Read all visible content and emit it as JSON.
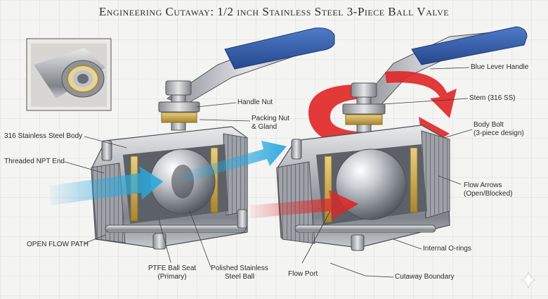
{
  "title": "Engineering Cutaway: 1/2 inch Stainless Steel 3-Piece Ball Valve",
  "labels": {
    "handle_nut": "Handle Nut",
    "packing_nut_line1": "Packing Nut",
    "packing_nut_line2": "& Gland",
    "body": "316 Stainless Steel Body",
    "threaded": "Threaded NPT End",
    "open_flow": "OPEN FLOW PATH",
    "ptfe_line1": "PTFE Ball Seat",
    "ptfe_line2": "(Primary)",
    "ball_line1": "Polished Stainless",
    "ball_line2": "Steel Ball",
    "blue_lever": "Blue Lever Handle",
    "stem": "Stem (316 SS)",
    "body_bolt_line1": "Body Bolt",
    "body_bolt_line2": "(3-piece design)",
    "flow_arrows_line1": "Flow Arrows",
    "flow_arrows_line2": "(Open/Blocked)",
    "internal_orings": "Internal O-rings",
    "flow_port": "Flow Port",
    "cutaway_boundary": "Cutaway Boundary"
  },
  "colors": {
    "lever_blue": "#2f5aa8",
    "open_flow_cyan": "#29a9e0",
    "blocked_flow_red": "#e02525",
    "brass_seat": "#c9a64a",
    "steel": "#b9bcc0"
  },
  "icons": [
    "inset-detail",
    "sparkle-icon"
  ]
}
